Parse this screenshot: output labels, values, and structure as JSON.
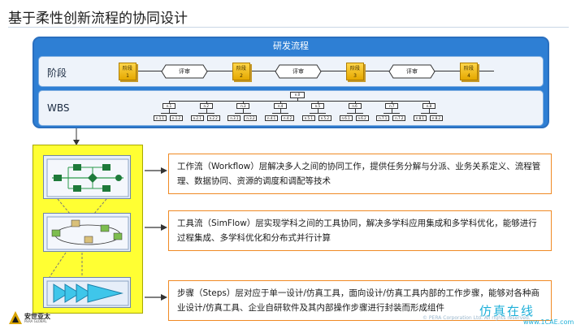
{
  "title": "基于柔性创新流程的协同设计",
  "process": {
    "header": "研发流程",
    "stage_label": "阶段",
    "wbs_label": "WBS",
    "stages": [
      "阶段\n1",
      "阶段\n2",
      "阶段\n3",
      "阶段\n4"
    ],
    "reviews": [
      "评审",
      "评审",
      "评审"
    ],
    "wbs_root": "n.0",
    "wbs_level1": [
      "n.1",
      "n.2",
      "n.3",
      "n.4",
      "n.5",
      "n.6",
      "n.7",
      "n.8"
    ],
    "wbs_level2": [
      "n.1.1",
      "n.1.2",
      "n.2.1",
      "n.2.2",
      "n.3.1",
      "n.3.2",
      "n.4.1",
      "n.4.2",
      "n.5.1",
      "n.5.2",
      "n.6.1",
      "n.6.2",
      "n.7.1",
      "n.7.2",
      "n.8.1",
      "n.8.2"
    ]
  },
  "descriptions": [
    "工作流（Workflow）层解决多人之间的协同工作，提供任务分解与分派、业务关系定义、流程管理、数据协同、资源的调度和调配等技术",
    "工具流（SimFlow）层实现学科之间的工具协同，解决多学科应用集成和多学科优化，能够进行过程集成、多学科优化和分布式并行计算",
    "步骤（Steps）层对应于单一设计/仿真工具，面向设计/仿真工具内部的工作步骤，能够对各种商业设计/仿真工具、企业自研软件及其内部操作步骤进行封装而形成组件"
  ],
  "colors": {
    "frame": "#2e7fd4",
    "panel": "#ffff33",
    "stage": "#f5bf17",
    "desc_border": "#f08a24"
  },
  "logo": {
    "name": "安世亚太",
    "sub": "PERA GLOBAL"
  },
  "watermark": {
    "text": "仿真在线",
    "url": "www.1CAE.com"
  },
  "copyright": "© PERA Corporation Ltd. All rights reserved."
}
